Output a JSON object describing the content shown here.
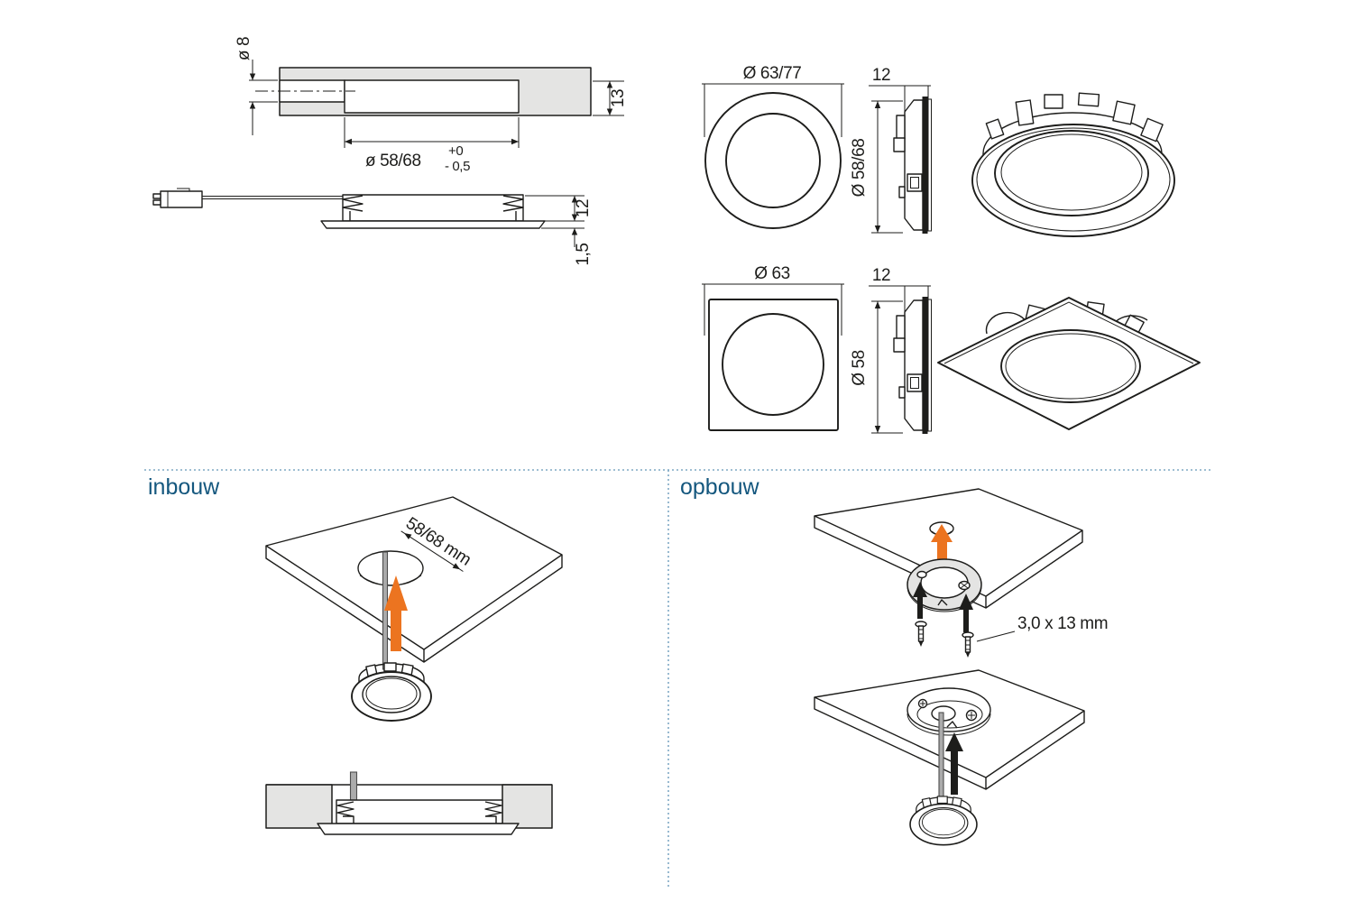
{
  "colors": {
    "line": "#1d1d1b",
    "panel_fill": "#e4e4e3",
    "arrow_orange": "#ec7420",
    "heading_blue": "#14577e",
    "divider_blue": "#7fa8c4"
  },
  "drawings": {
    "cutout_cross_section": {
      "cable_hole_dia": "ø 8",
      "panel_thickness": "13",
      "cutout_dia": "ø 58/68",
      "tolerance_upper": "+0",
      "tolerance_lower": "- 0,5"
    },
    "fixture_side_view": {
      "body_height": "12",
      "trim_height": "1,5"
    },
    "round_version": {
      "front_dia": "Ø 63/77",
      "depth": "12",
      "body_dia": "Ø 58/68"
    },
    "square_version": {
      "front_size": "Ø 63",
      "depth": "12",
      "body_dia": "Ø 58"
    }
  },
  "installation": {
    "recessed": {
      "heading": "inbouw",
      "cutout_dim": "58/68 mm"
    },
    "surface": {
      "heading": "opbouw",
      "screw_size": "3,0 x 13 mm"
    }
  }
}
